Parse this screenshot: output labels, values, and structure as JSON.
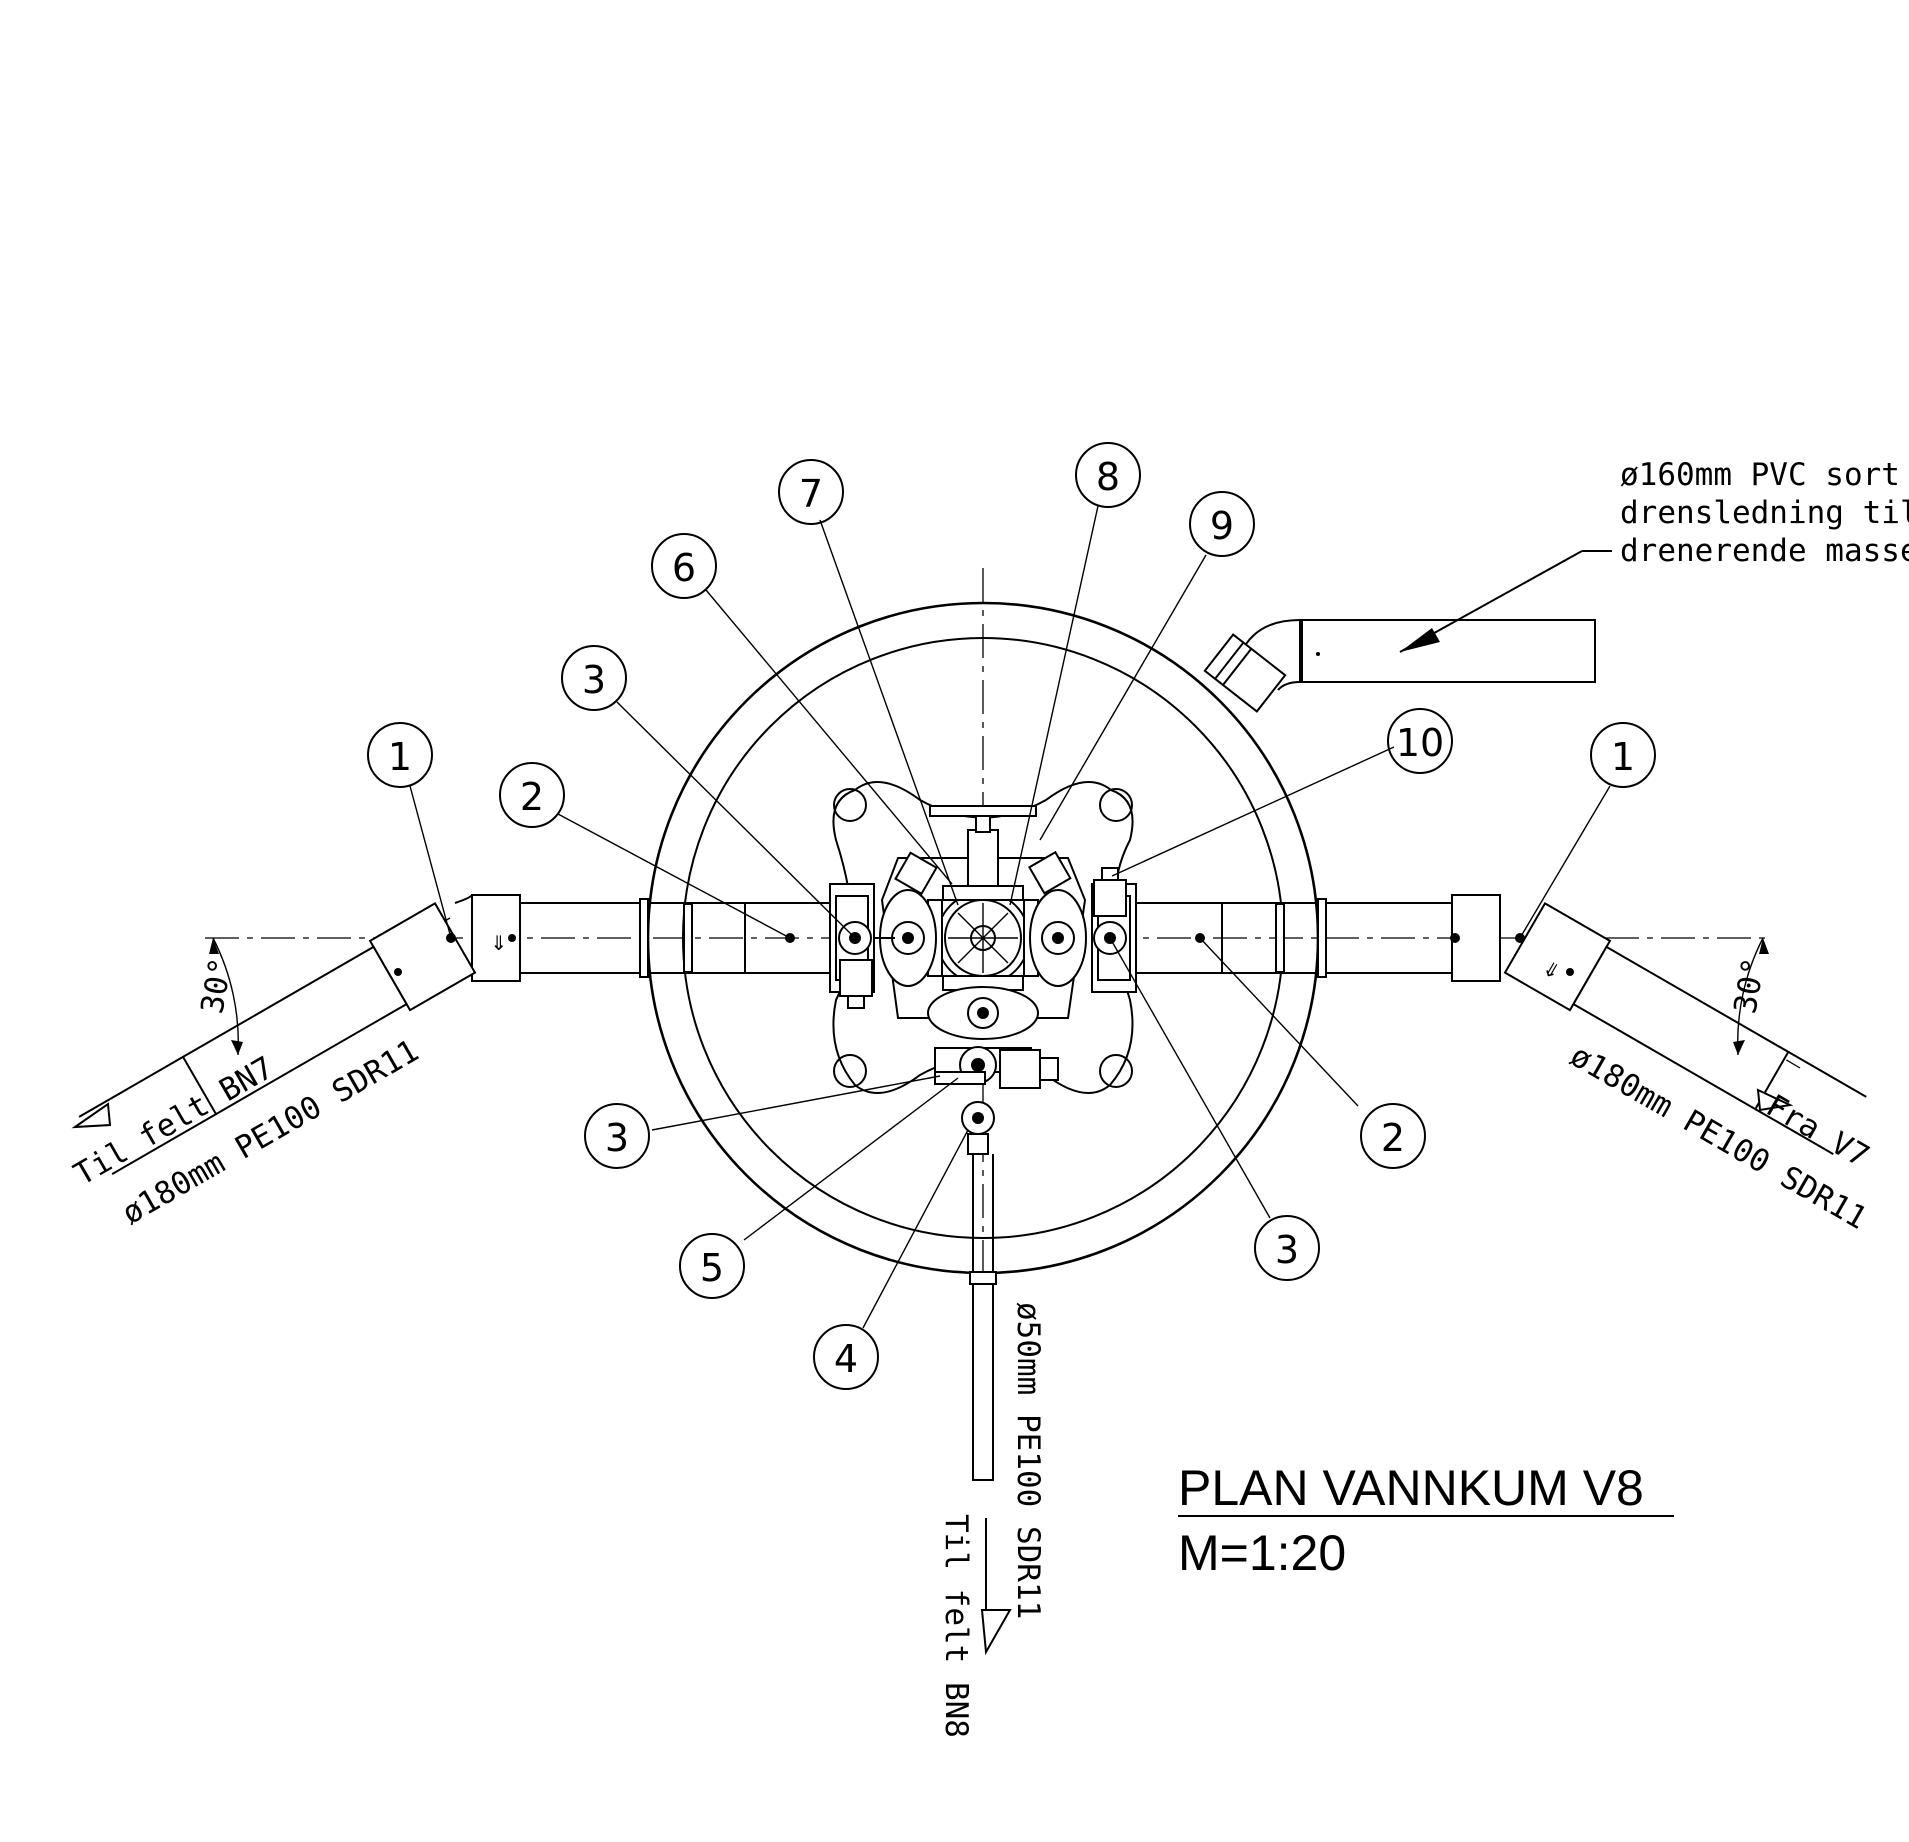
{
  "title": "PLAN VANNKUM V8",
  "scale": "M=1:20",
  "labels": {
    "note_line1": "ø160mm PVC sort",
    "note_line2": "drensledning til utløp",
    "note_line3": "drenerende masser",
    "left_pipe_dest": "Til felt BN7",
    "left_pipe_spec": "ø180mm PE100 SDR11",
    "right_pipe_src": "Fra V7",
    "right_pipe_spec": "ø180mm PE100 SDR11",
    "bottom_pipe_spec": "ø50mm PE100 SDR11",
    "bottom_pipe_dest": "Til felt BN8",
    "angle_left": "30°",
    "angle_right": "30°"
  },
  "callouts": [
    {
      "id": "c1a",
      "text": "1"
    },
    {
      "id": "c2a",
      "text": "2"
    },
    {
      "id": "c3a",
      "text": "3"
    },
    {
      "id": "c6",
      "text": "6"
    },
    {
      "id": "c7",
      "text": "7"
    },
    {
      "id": "c8",
      "text": "8"
    },
    {
      "id": "c9",
      "text": "9"
    },
    {
      "id": "c10",
      "text": "10"
    },
    {
      "id": "c1b",
      "text": "1"
    },
    {
      "id": "c2b",
      "text": "2"
    },
    {
      "id": "c3b",
      "text": "3"
    },
    {
      "id": "c3c",
      "text": "3"
    },
    {
      "id": "c5",
      "text": "5"
    },
    {
      "id": "c4",
      "text": "4"
    }
  ]
}
